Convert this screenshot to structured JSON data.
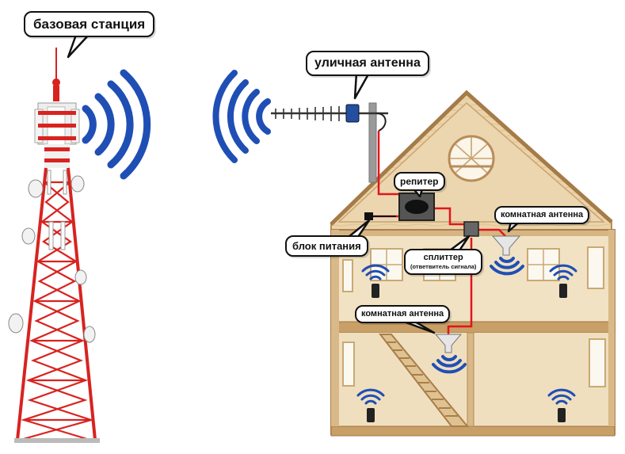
{
  "labels": {
    "base_station": "базовая станция",
    "street_antenna": "уличная антенна",
    "repeater": "репитер",
    "room_antenna_top": "комнатная антенна",
    "power_unit": "блок питания",
    "splitter": "сплиттер",
    "splitter_note": "(ответвитель сигнала)",
    "room_antenna_bottom": "комнатная антенна"
  },
  "colors": {
    "tower_red": "#d8231f",
    "signal_blue": "#1f4fb5",
    "cable_red": "#e0161a",
    "wood": "#e8cfa4",
    "wood_dark": "#c9a46e"
  },
  "icons": [
    "signal-wave-icon",
    "phone-icon",
    "ceiling-antenna-icon",
    "yagi-antenna-icon",
    "repeater-box-icon",
    "splitter-box-icon",
    "power-unit-icon",
    "round-window-icon"
  ]
}
